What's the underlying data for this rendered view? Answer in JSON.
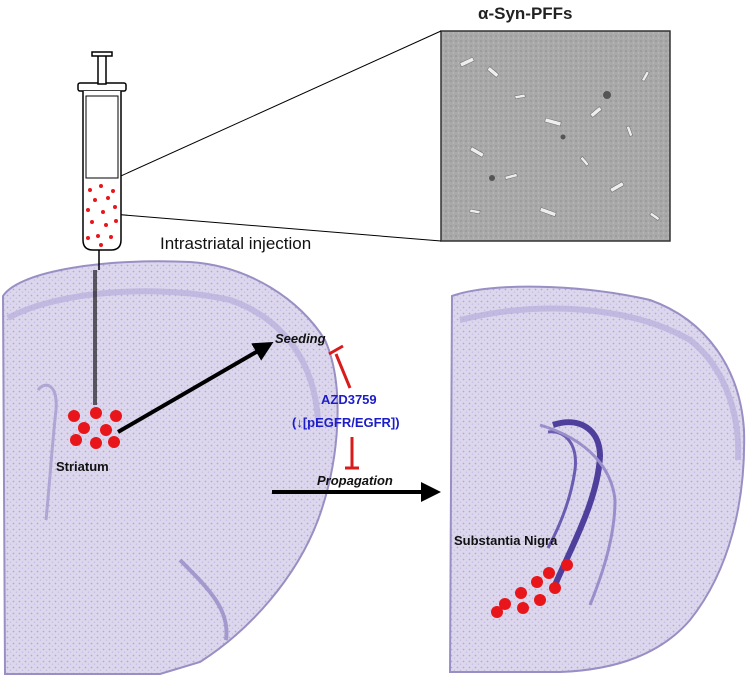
{
  "micrograph": {
    "title": "α-Syn-PFFs"
  },
  "injection": {
    "label": "Intrastriatal injection"
  },
  "pathway": {
    "seeding": "Seeding",
    "drug": "AZD3759",
    "mechanism": "(↓[pEGFR/EGFR])",
    "propagation": "Propagation"
  },
  "regions": {
    "striatum": "Striatum",
    "substantia_nigra": "Substantia Nigra"
  },
  "colors": {
    "particle": "#e8161b",
    "drug_text": "#1c1cc8",
    "inhibit": "#d81b1b",
    "tissue": "#d9d4ea",
    "tissue_edge": "#9a8fc4",
    "arrow": "#000000"
  }
}
